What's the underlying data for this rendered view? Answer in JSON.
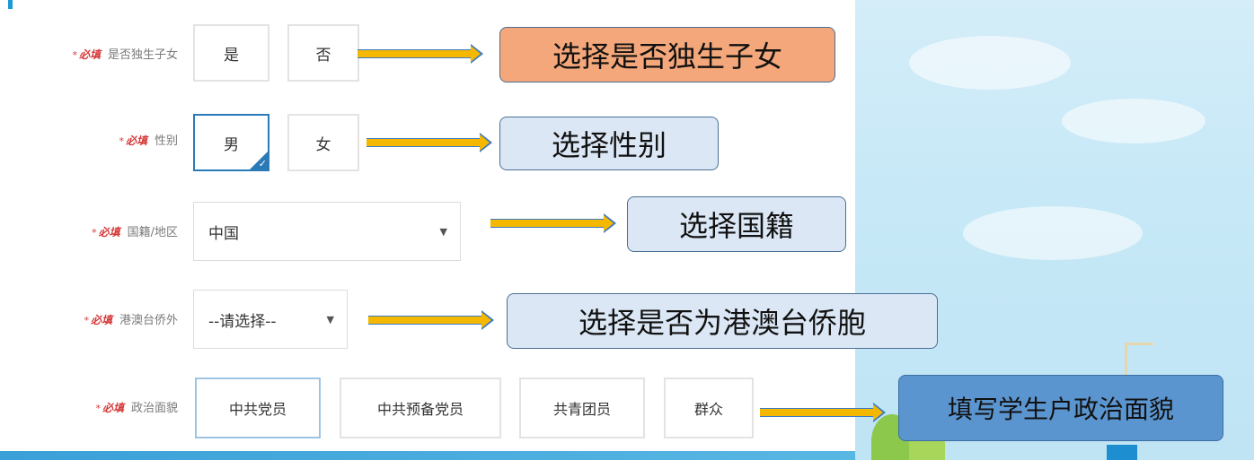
{
  "fields": {
    "only_child": {
      "required": "必填",
      "label": "是否独生子女",
      "options": [
        "是",
        "否"
      ]
    },
    "gender": {
      "required": "必填",
      "label": "性别",
      "options": [
        "男",
        "女"
      ],
      "selected": "男"
    },
    "nationality": {
      "required": "必填",
      "label": "国籍/地区",
      "value": "中国"
    },
    "hk_macao_tw": {
      "required": "必填",
      "label": "港澳台侨外",
      "value": "--请选择--"
    },
    "political": {
      "required": "必填",
      "label": "政治面貌",
      "options": [
        "中共党员",
        "中共预备党员",
        "共青团员",
        "群众"
      ],
      "selected": "中共党员"
    }
  },
  "callouts": {
    "only_child": "选择是否独生子女",
    "gender": "选择性别",
    "nationality": "选择国籍",
    "hk_macao_tw": "选择是否为港澳台侨胞",
    "political": "填写学生户政治面貌"
  },
  "icons": {
    "caret": "▼",
    "check": "✓"
  },
  "colors": {
    "required": "#d63a3a",
    "selected_border": "#2a7ab8",
    "arrow_fill": "#f5b800",
    "arrow_outline": "#3b7ac4",
    "callout_orange": "#f4a77a",
    "callout_blue": "#dbe7f5",
    "callout_dark": "#5b95cf"
  }
}
